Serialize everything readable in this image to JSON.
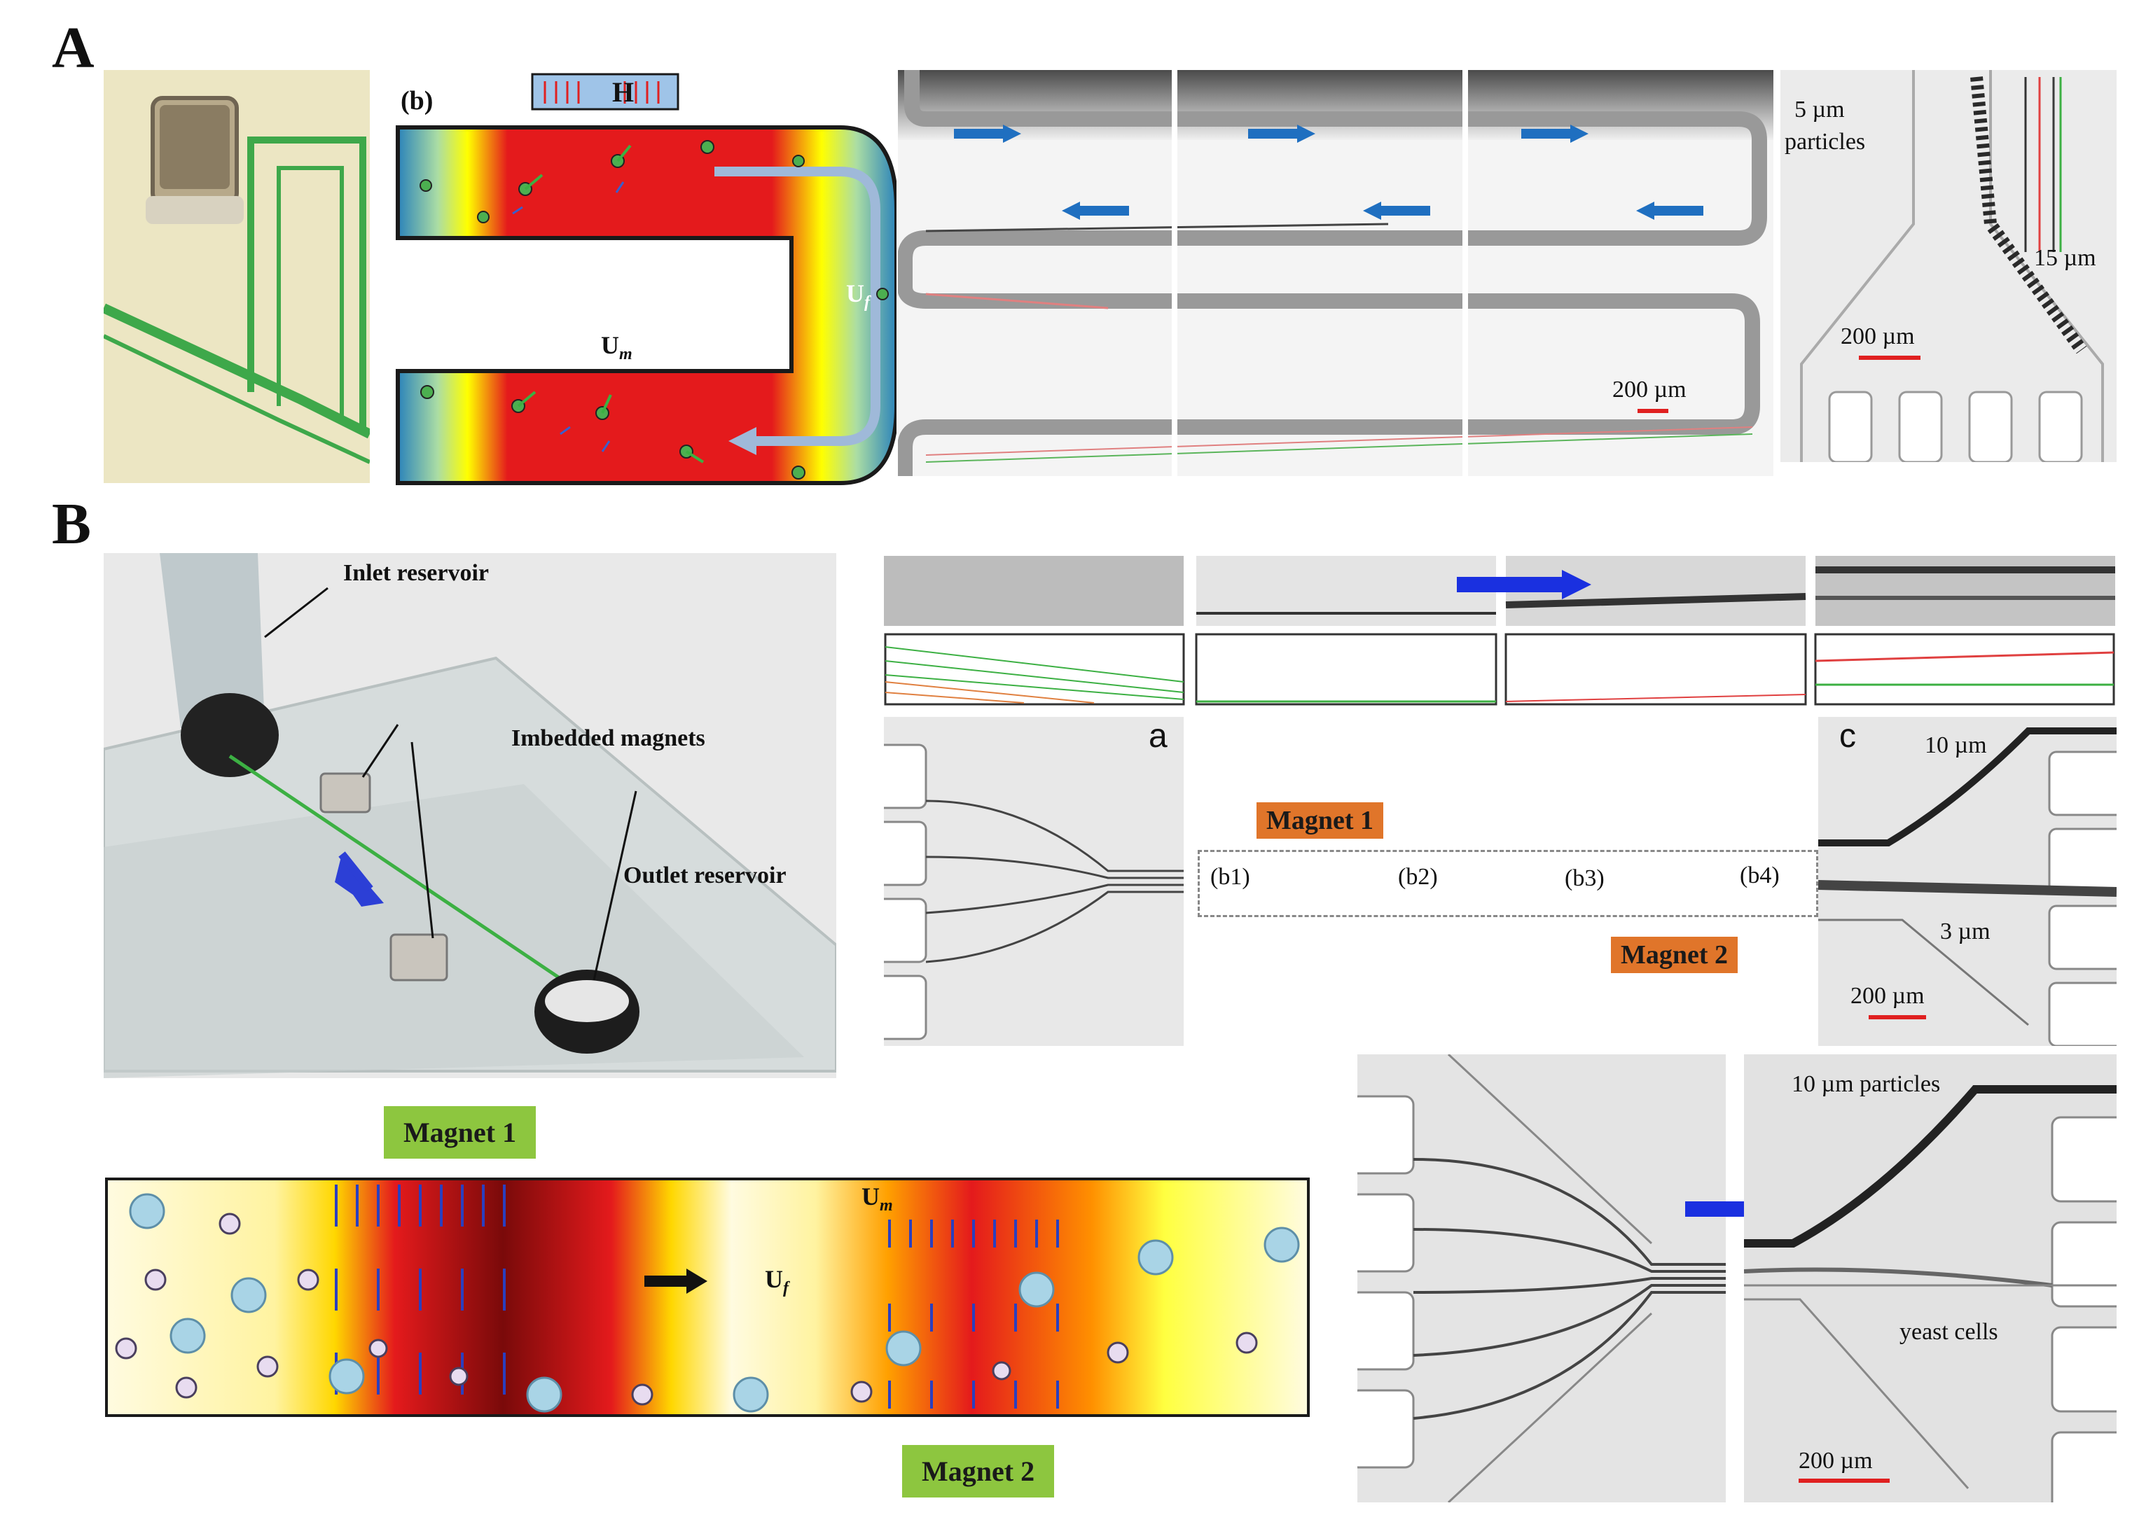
{
  "panelA": {
    "letter": "A",
    "flow_label": "(b)",
    "field_label": "H",
    "um_label": "U",
    "um_sub": "m",
    "uf_label": "U",
    "uf_sub": "f",
    "scale_serpentine": "200 µm",
    "particles_5": "5 µm",
    "particles_word": "particles",
    "particles_15": "15 µm",
    "scale_outlet": "200 µm"
  },
  "panelB": {
    "letter": "B",
    "inlet": "Inlet reservoir",
    "magnets": "Imbedded magnets",
    "outlet": "Outlet reservoir",
    "sub_a": "a",
    "sub_c": "c",
    "magnet1_orange": "Magnet 1",
    "magnet2_orange": "Magnet 2",
    "b1": "(b1)",
    "b2": "(b2)",
    "b3": "(b3)",
    "b4": "(b4)",
    "c_10um": "10 µm",
    "c_3um": "3 µm",
    "c_scale": "200 µm",
    "magnet1_green": "Magnet 1",
    "magnet2_green": "Magnet 2",
    "um_label": "U",
    "um_sub": "m",
    "uf_label": "U",
    "uf_sub": "f",
    "particles10": "10 µm particles",
    "yeast": "yeast cells",
    "scale_bottom": "200 µm"
  },
  "colors": {
    "heat_red": "#e41a1c",
    "heat_yellow": "#ffff00",
    "heat_blue": "#2b83ba",
    "arrow_blue": "#1f6fc0",
    "scale_red": "#e02020",
    "tag_orange": "#e0752a",
    "tag_green": "#8dc63f"
  }
}
